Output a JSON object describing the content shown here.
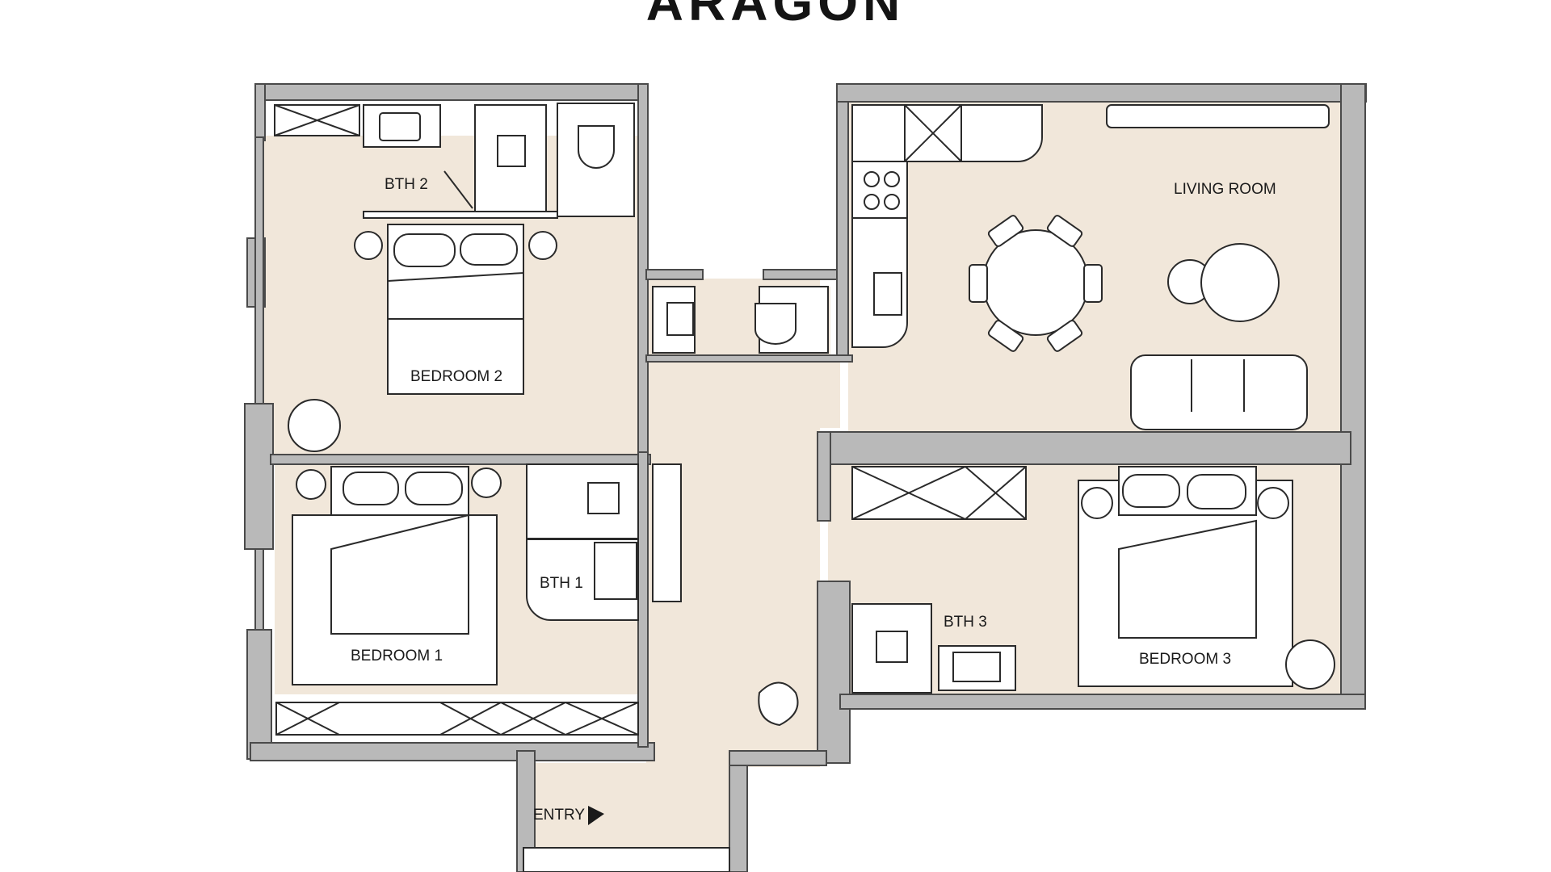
{
  "title": "ARAGON",
  "rooms": {
    "bedroom_1": "BEDROOM 1",
    "bedroom_2": "BEDROOM 2",
    "bedroom_3": "BEDROOM 3",
    "bath_1": "BTH 1",
    "bath_2": "BTH 2",
    "bath_3": "BTH 3",
    "living_room": "LIVING ROOM",
    "entry": "ENTRY"
  },
  "colors": {
    "floor": "#f1e7da",
    "wall": "#b9b9b9",
    "wall_outline": "#4a4a4a",
    "furniture": "#ffffff",
    "line": "#2a2a2a"
  },
  "icons": [
    "entry-arrow-icon",
    "armchair-icon",
    "plant-icon",
    "bed-icon",
    "toilet-icon",
    "sink-icon",
    "shower-icon",
    "stove-icon",
    "dining-table-icon",
    "sofa-icon",
    "closet-icon"
  ]
}
